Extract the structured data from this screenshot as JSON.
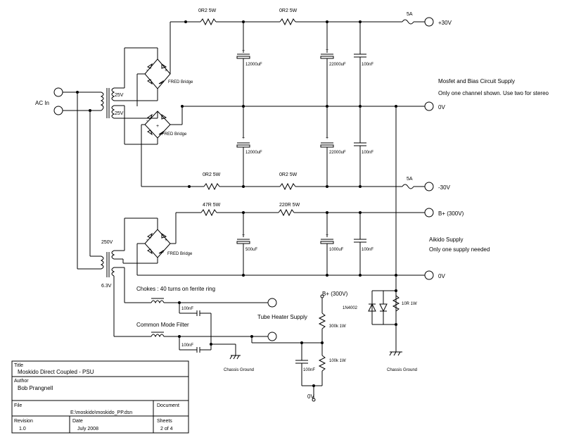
{
  "schematic": {
    "input_label": "AC In",
    "transformer1_secondary": [
      "25V",
      "25V"
    ],
    "transformer2_secondary": [
      "250V",
      "6.3V"
    ],
    "bridge_label": "FRED Bridge",
    "top_supply": {
      "resistor1": "0R2  5W",
      "resistor2": "0R2  5W",
      "cap1": "12000uF",
      "cap2": "22000uF",
      "cap3": "100nF",
      "fuse": "5A",
      "output": "+30V"
    },
    "bottom_supply": {
      "resistor1": "0R2  5W",
      "resistor2": "0R2  5W",
      "cap1": "12000uF",
      "cap2": "22000uF",
      "cap3": "100nF",
      "fuse": "5A",
      "output": "-30V"
    },
    "ground_output": "0V",
    "mosfet_note": "Mosfet and Bias Circuit Supply",
    "channel_note": "Only one channel shown. Use two for stereo",
    "hv_supply": {
      "resistor1": "47R  5W",
      "resistor2": "220R  5W",
      "cap1": "500uF",
      "cap2": "1000uF",
      "cap3": "100nF",
      "output": "B+ (300V)",
      "ground": "0V"
    },
    "aikido_note": "Aikido Supply",
    "aikido_sub": "Only one supply needed",
    "chokes_note": "Chokes : 40 turns on ferrite ring",
    "cm_filter": "Common Mode Filter",
    "filter_cap1": "100nF",
    "filter_cap2": "100nF",
    "heater_supply": "Tube Heater Supply",
    "chassis_ground": "Chassis Ground",
    "divider": {
      "bplus": "B+ (300V)",
      "r_top": "300k 1W",
      "r_bottom": "100k 1W",
      "cap": "100nF",
      "zero": "0V"
    },
    "diode": "1N4002",
    "r_chassis": "10R  1W",
    "chassis_ground2": "Chassis Ground"
  },
  "title_block": {
    "title_caption": "Title",
    "title": "Moskido Direct Coupled - PSU",
    "author_caption": "Author",
    "author": "Bob Prangnell",
    "file_caption": "File",
    "file": "E:\\moskido\\moskido_PP.dsn",
    "document_caption": "Document",
    "revision_caption": "Revision",
    "revision": "1.0",
    "date_caption": "Date",
    "date": "July 2008",
    "sheets_caption": "Sheets",
    "sheets": "2 of 4"
  }
}
